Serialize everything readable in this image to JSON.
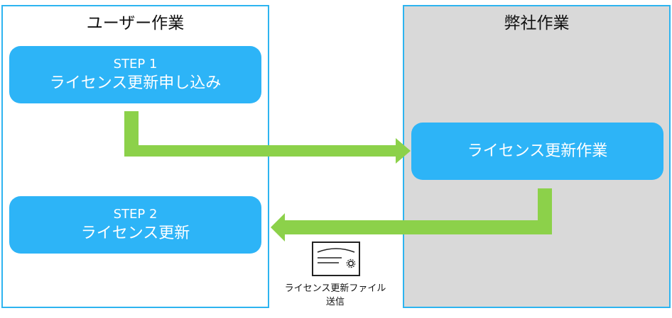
{
  "lanes": {
    "user": {
      "title": "ユーザー作業"
    },
    "vendor": {
      "title": "弊社作業"
    }
  },
  "steps": {
    "step1": {
      "step": "STEP 1",
      "label": "ライセンス更新申し込み"
    },
    "step2": {
      "step": "STEP 2",
      "label": "ライセンス更新"
    },
    "vendor_task": {
      "label": "ライセンス更新作業"
    }
  },
  "document": {
    "icon": "license-file-icon",
    "caption_line1": "ライセンス更新ファイル",
    "caption_line2": "送信"
  },
  "colors": {
    "lane_border": "#2db4f0",
    "box_fill": "#2db4f7",
    "vendor_lane_fill": "#d9d9d9",
    "arrow": "#8cd14a"
  }
}
